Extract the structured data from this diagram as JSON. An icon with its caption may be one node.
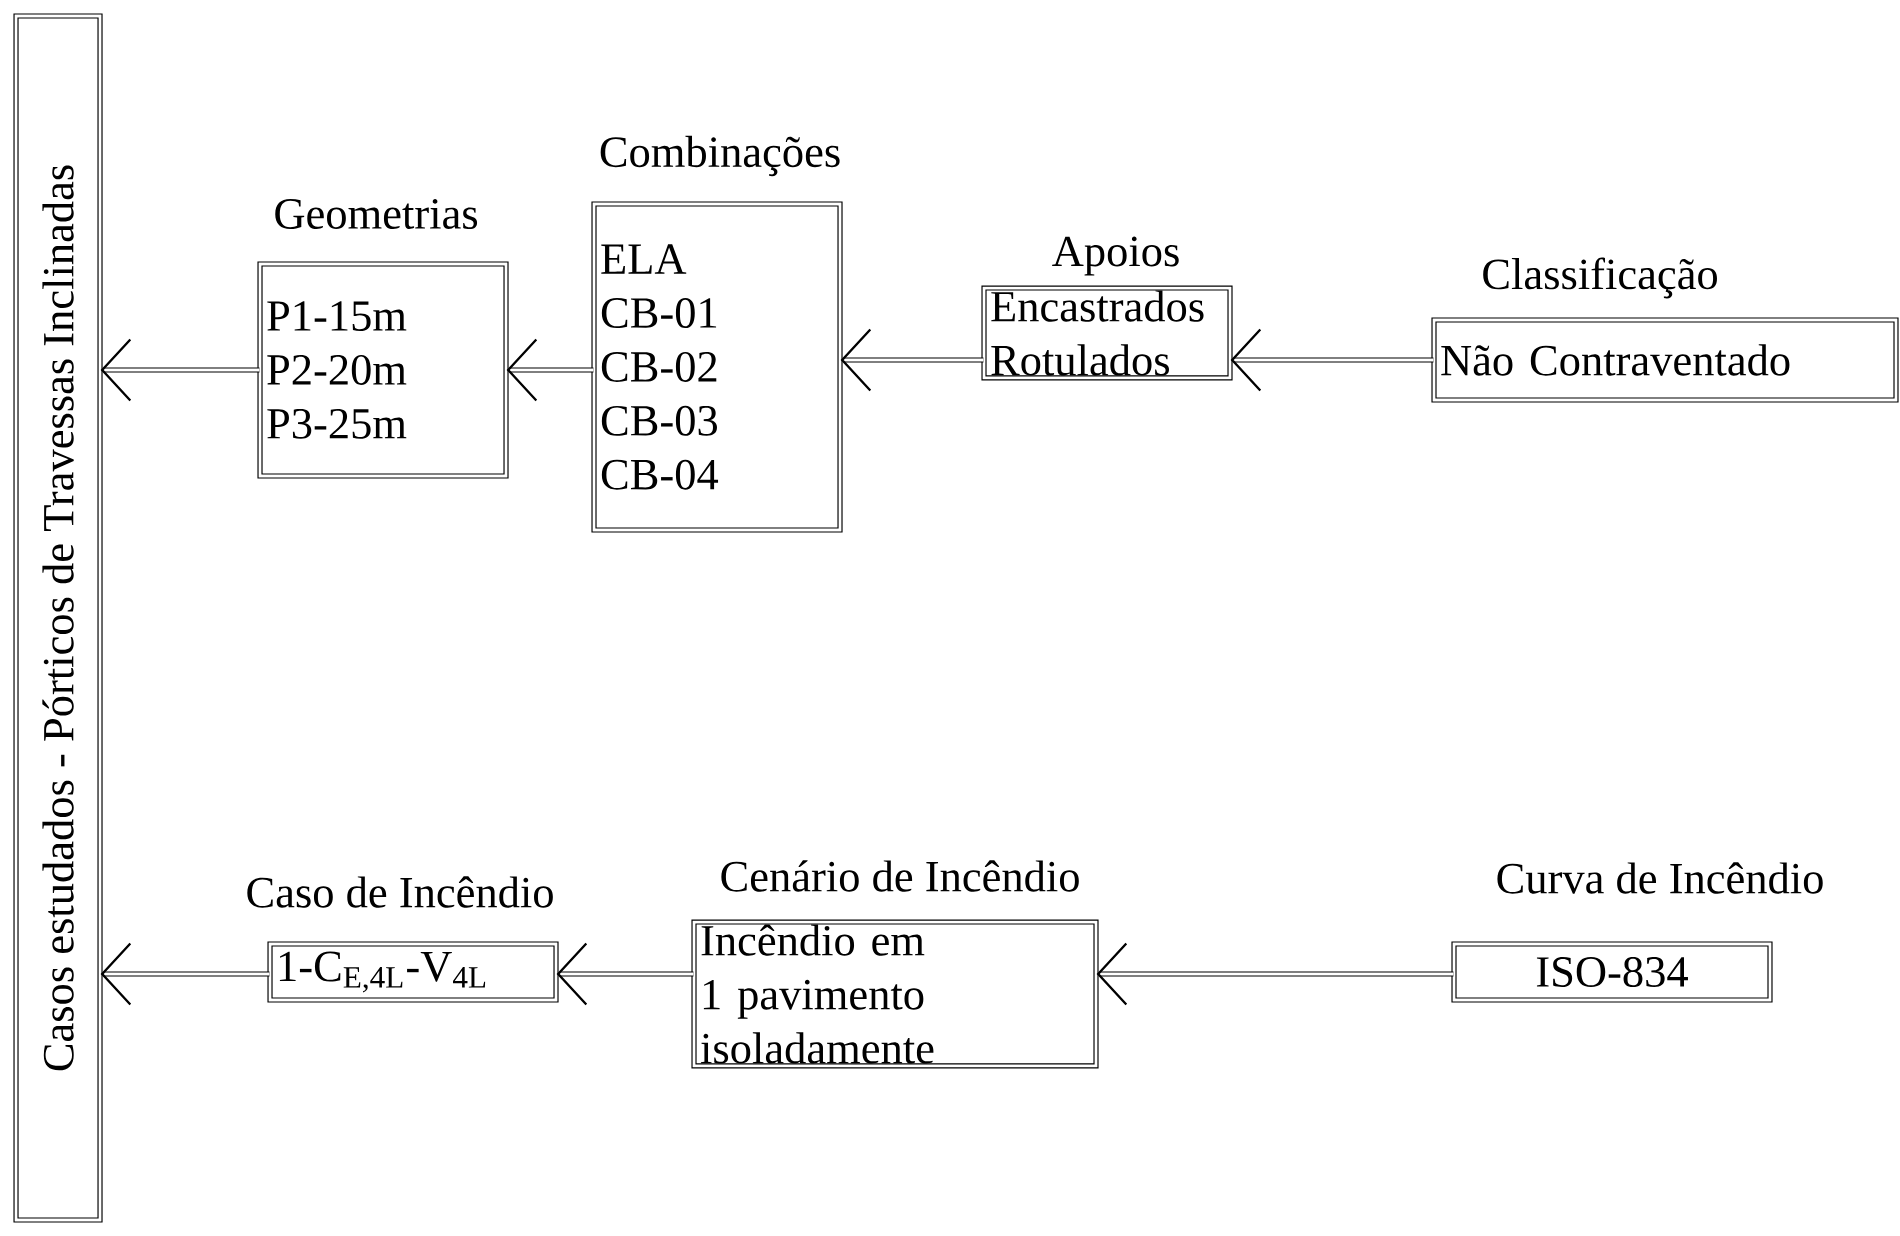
{
  "diagram": {
    "nodes": [
      {
        "text": [
          "Casos estudados - Pórticos de Travessas Inclinadas"
        ]
      },
      {
        "text": [
          "Geometrias",
          "P1-15m",
          "P2-20m",
          "P3-25m"
        ]
      },
      {
        "text": [
          "Combinações",
          "ELA",
          "CB-01",
          "CB-02",
          "CB-03",
          "CB-04"
        ]
      },
      {
        "text": [
          "Apoios",
          "Encastrados",
          "Rotulados"
        ]
      },
      {
        "text": [
          "Classificação",
          "Não Contraventado"
        ]
      },
      {
        "text": [
          "Caso de Incêndio",
          "1-C$_{E,4L}$-V$_{4L}$"
        ]
      },
      {
        "text": [
          "Cenário de Incêndio",
          "Incêndio em 1 pavimento isoladamente"
        ]
      },
      {
        "text": [
          "Curva de Incêndio",
          "ISO-834"
        ]
      }
    ],
    "edges": [
      {
        "from": 1,
        "to": 0,
        "arrow": "to"
      },
      {
        "from": 2,
        "to": 1,
        "arrow": "to"
      },
      {
        "from": 3,
        "to": 2,
        "arrow": "to"
      },
      {
        "from": 4,
        "to": 3,
        "arrow": "to"
      },
      {
        "from": 5,
        "to": 0,
        "arrow": "to"
      },
      {
        "from": 6,
        "to": 5,
        "arrow": "to"
      },
      {
        "from": 7,
        "to": 6,
        "arrow": "to"
      }
    ]
  }
}
